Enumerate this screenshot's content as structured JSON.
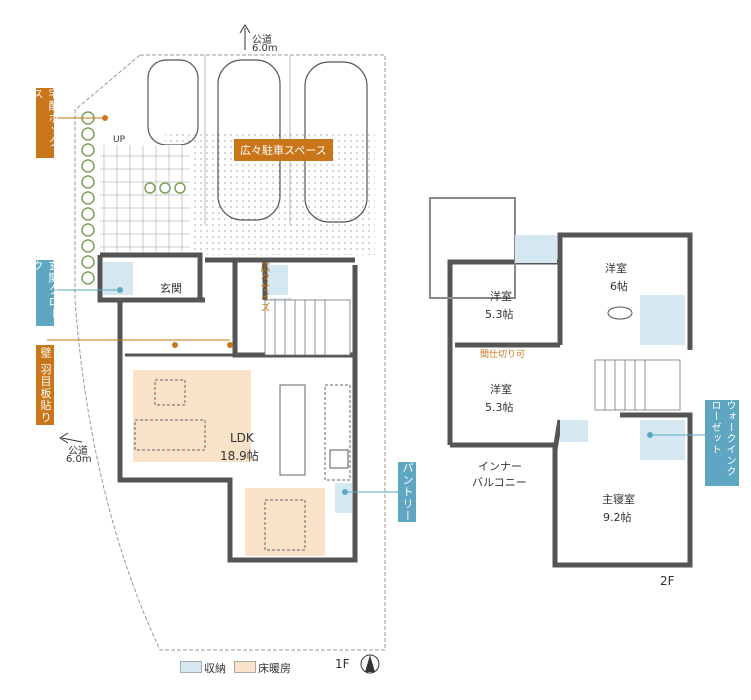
{
  "road_top": {
    "label": "公道",
    "width": "6.0m"
  },
  "road_left": {
    "label": "公道",
    "width": "6.0m"
  },
  "tags": {
    "delivery_box": "宅配ボックス",
    "entrance_cloak": "玄関クローク",
    "wall_board": "壁 羽目板貼り",
    "parking": "広々駐車スペース",
    "pantry": "パントリー",
    "walk_in_closet": "ウォークインクローゼット"
  },
  "floor1": {
    "label": "1F",
    "up": "UP",
    "genkan": "玄関",
    "sink": "広々サイズ",
    "ldk_name": "LDK",
    "ldk_size": "18.9帖"
  },
  "floor2": {
    "label": "2F",
    "yoshitsu_a_name": "洋室",
    "yoshitsu_a_size": "5.3帖",
    "yoshitsu_b_name": "洋室",
    "yoshitsu_b_size": "5.3帖",
    "yoshitsu_c_name": "洋室",
    "yoshitsu_c_size": "6帖",
    "partition": "間仕切り可",
    "balcony_1": "インナー",
    "balcony_2": "バルコニー",
    "master_name": "主寝室",
    "master_size": "9.2帖"
  },
  "legend": {
    "storage": "収納",
    "floor_heating": "床暖房"
  },
  "colors": {
    "storage": "#d5e8f2",
    "floor_heating": "#f8e3c8",
    "tag_orange": "#c9761b",
    "tag_blue": "#5fa6c2"
  }
}
